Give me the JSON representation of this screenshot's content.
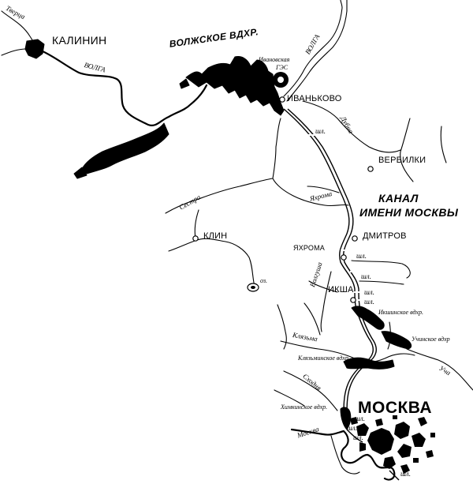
{
  "labels": {
    "kalinin": "КАЛИНИН",
    "tvertsa": "Тверца",
    "volga_west": "ВОЛГА",
    "volga_north": "ВОЛГА",
    "volzhskoe": "ВОЛЖСКОЕ ВДХР.",
    "ges_line1": "Ивановская",
    "ges_line2": "ГЭС",
    "ivankovo": "ИВАНЬКОВО",
    "dubna": "Дубна",
    "verbilki": "ВЕРБИЛКИ",
    "canal_line1": "КАНАЛ",
    "canal_line2": "ИМЕНИ МОСКВЫ",
    "sestra": "Сестра",
    "klin": "КЛИН",
    "yakhroma_river": "Яхрома",
    "dmitrov": "ДМИТРОВ",
    "yakhroma_town": "ЯХРОМА",
    "volgusha": "Волгуша",
    "iksha": "ИКША",
    "oz": "оз.",
    "ikshinskoe": "Икшинское вдхр.",
    "uchinskoe": "Учинское вдхр",
    "klyazma": "Клязьма",
    "klyazminskoe": "Клязьминское вдхр.",
    "ucha": "Уча",
    "skhodnya": "Сходня",
    "khimkinskoe": "Химкинское вдхр.",
    "moskva_river": "Москва",
    "moskva_city": "МОСКВА",
    "lock": "шл."
  }
}
